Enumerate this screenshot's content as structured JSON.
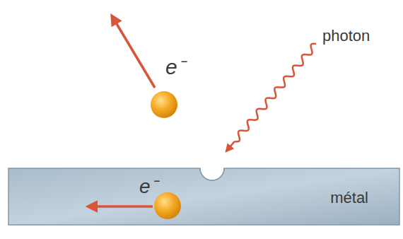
{
  "diagram": {
    "nodes": [
      {
        "text": [
          "métal"
        ]
      }
    ],
    "labels": [
      "e⁻",
      "photon",
      "e⁻"
    ]
  }
}
